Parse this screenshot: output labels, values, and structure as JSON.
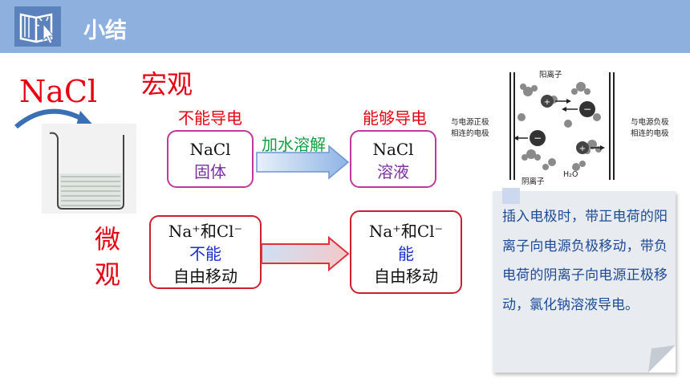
{
  "header": {
    "title": "小结",
    "icon": "book-cursor-icon",
    "bg_color": "#8eb0de"
  },
  "labels": {
    "nacl": "NaCl",
    "macro": "宏观",
    "micro_1": "微",
    "micro_2": "观"
  },
  "captions": {
    "left": "不能导电",
    "right": "能够导电",
    "arrow": "加水溶解"
  },
  "boxes": {
    "solid": {
      "formula": "NaCl",
      "state": "固体"
    },
    "solution": {
      "formula": "NaCl",
      "state": "溶液"
    },
    "ions_solid": {
      "ions": "Na⁺和Cl⁻",
      "can": "不能",
      "move": "自由移动"
    },
    "ions_solution": {
      "ions": "Na⁺和Cl⁻",
      "can": "能",
      "move": "自由移动"
    }
  },
  "diagram": {
    "cation": "阳离子",
    "anion": "阴离子",
    "water": "H₂O",
    "left_electrode_1": "与电源正极",
    "left_electrode_2": "相连的电极",
    "right_electrode_1": "与电源负极",
    "right_electrode_2": "相连的电极"
  },
  "note": {
    "text": "插入电极时，带正电荷的阳离子向电源负极移动，带负电荷的阴离子向电源正极移动，氯化钠溶液导电。"
  },
  "colors": {
    "red": "#e60012",
    "magenta": "#c0389c",
    "note_text": "#1d4a96"
  }
}
